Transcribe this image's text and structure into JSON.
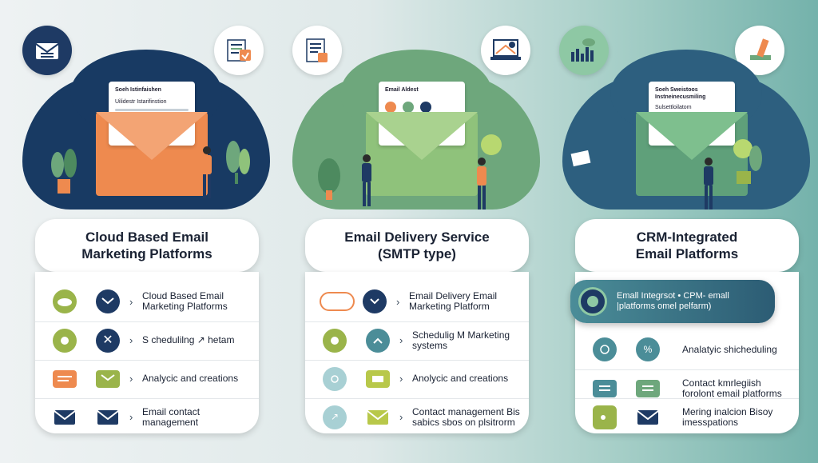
{
  "columns": [
    {
      "paper_title": "Soeh Istinfaishen",
      "paper_sub": "Uilidestr Istarifinstion",
      "title_line1": "Cloud Based Email",
      "title_line2": "Marketing Platforms",
      "rows": [
        {
          "text": "Cloud Based Email Marketing Platforms"
        },
        {
          "text": "S chedulilng ↗ hetam"
        },
        {
          "text": "Analycic and creations"
        },
        {
          "text": "Email contact management"
        }
      ]
    },
    {
      "paper_title": "Email Aldest",
      "paper_sub": "",
      "title_line1": "Email Delivery Service",
      "title_line2": "(SMTP type)",
      "rows": [
        {
          "text": "Email Delivery Email Marketing Platform"
        },
        {
          "text": "Schedulig M Marketing systems"
        },
        {
          "text": "Anolycic and creations"
        },
        {
          "text": "Contact management Bis sabics sbos on plsitrorm"
        }
      ]
    },
    {
      "paper_title": "Soeh Sweistoos Instneinecusmiling",
      "paper_sub": "Sulsettloilatom",
      "title_line1": "CRM-Integrated",
      "title_line2": "Email Platforms",
      "highlight": "Emall Integrsot • CPM- emall |platforms omel pelfarm)",
      "rows": [
        {
          "text": "Analatyic shicheduling"
        },
        {
          "text": "Contact kmrlegiish forolont email platforms"
        },
        {
          "text": "Mering inalcion Bisoy imesspations"
        }
      ]
    }
  ],
  "colors": {
    "navy": "#1e3a64",
    "orange": "#ee8a4f",
    "green": "#6ea77c",
    "olive": "#9ab44a",
    "teal": "#4b8d98"
  }
}
